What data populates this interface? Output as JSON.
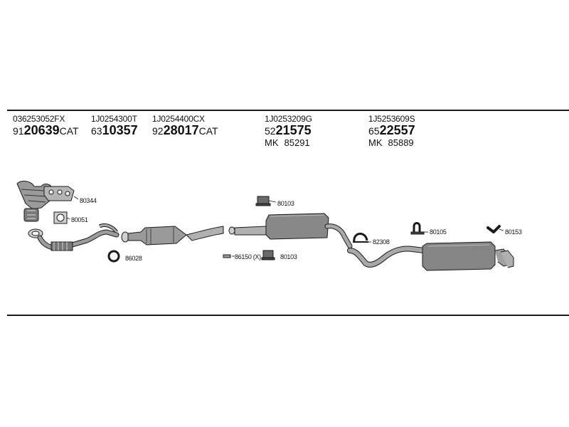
{
  "parts": [
    {
      "oem": "036253052FX",
      "prefix": "91",
      "number": "20639",
      "suffix": "CAT",
      "mk_prefix": "",
      "mk": ""
    },
    {
      "oem": "1J0254300T",
      "prefix": "63",
      "number": "10357",
      "suffix": "",
      "mk_prefix": "",
      "mk": ""
    },
    {
      "oem": "1J0254400CX",
      "prefix": "92",
      "number": "28017",
      "suffix": "CAT",
      "mk_prefix": "",
      "mk": ""
    },
    {
      "oem": "1J0253209G",
      "prefix": "52",
      "number": "21575",
      "suffix": "",
      "mk_prefix": "MK",
      "mk": "85291"
    },
    {
      "oem": "1J5253609S",
      "prefix": "65",
      "number": "22557",
      "suffix": "",
      "mk_prefix": "MK",
      "mk": "85889"
    }
  ],
  "labels": {
    "l80344": "80344",
    "l80051": "80051",
    "l86028": "86028",
    "l80103a": "80103",
    "l86150": "86150 (X)",
    "l80103b": "80103",
    "l82308": "82308",
    "l80105": "80105",
    "l80153": "80153"
  },
  "colors": {
    "line": "#1a1a1a",
    "part_fill": "#8a8a8a",
    "part_dark": "#555555",
    "part_light": "#d0d0d0"
  }
}
